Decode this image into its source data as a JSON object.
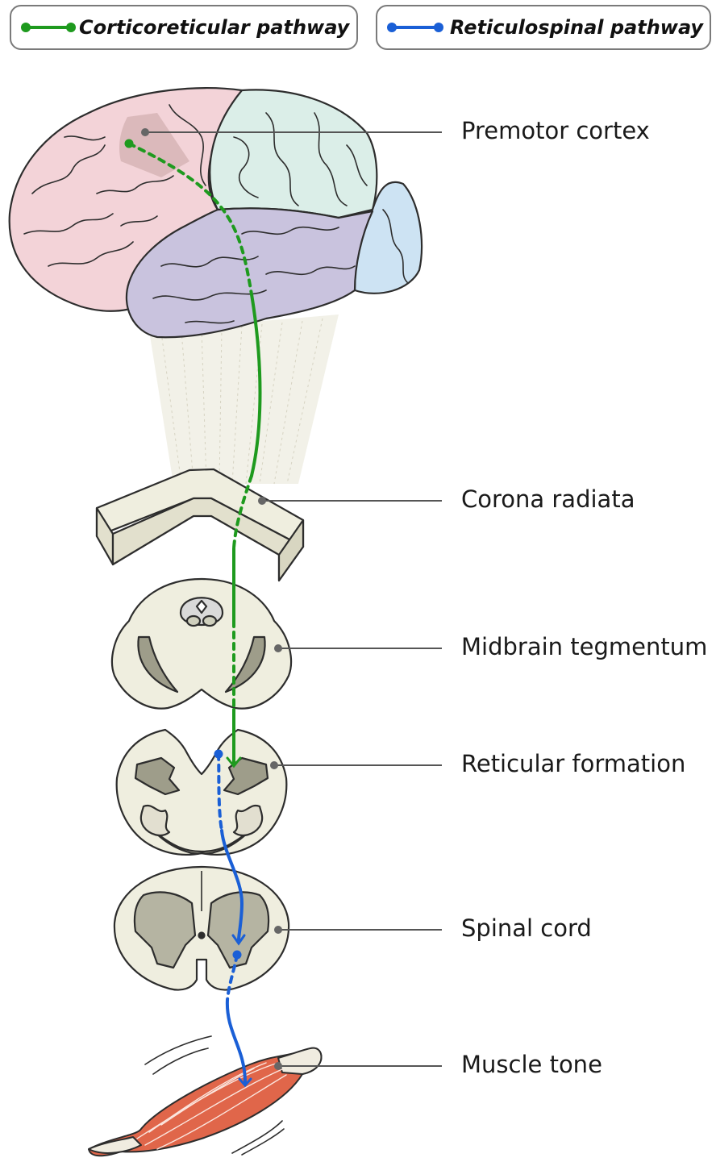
{
  "legend": {
    "corticoreticular": {
      "label": "Corticoreticular pathway",
      "color": "#1e9a1e"
    },
    "reticulospinal": {
      "label": "Reticulospinal pathway",
      "color": "#1a5fd6"
    }
  },
  "labels": {
    "premotor_cortex": "Premotor cortex",
    "corona_radiata": "Corona radiata",
    "midbrain_tegmentum": "Midbrain tegmentum",
    "reticular_formation": "Reticular formation",
    "spinal_cord": "Spinal cord",
    "muscle_tone": "Muscle tone"
  },
  "colors": {
    "frontal_lobe": "#f3d3d8",
    "parietal_lobe": "#dbeee8",
    "temporal_lobe": "#c9c3de",
    "occipital_lobe": "#cde3f3",
    "premotor_area": "#d8b6b8",
    "tissue": "#efeedf",
    "grey_matter": "#b5b4a2",
    "muscle": "#e0664a"
  }
}
